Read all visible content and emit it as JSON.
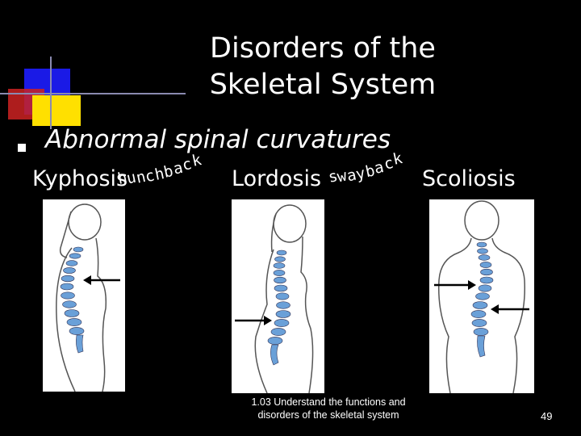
{
  "slide": {
    "title_line1": "Disorders of the",
    "title_line2": "Skeletal System",
    "bullet": "Abnormal spinal curvatures"
  },
  "conditions": [
    {
      "name": "Kyphosis",
      "alt_name": "hunchback"
    },
    {
      "name": "Lordosis",
      "alt_name": "swayback"
    },
    {
      "name": "Scoliosis",
      "alt_name": ""
    }
  ],
  "footer": {
    "line1": "1.03 Understand the functions and",
    "line2": "disorders of the skeletal system"
  },
  "page_number": "49",
  "colors": {
    "background": "#000000",
    "deco_red": "#cc2222",
    "deco_blue": "#1a1ae6",
    "deco_yellow": "#ffe000",
    "spine_blue": "#6aa0d8",
    "bullet_square": "#ffffff"
  }
}
